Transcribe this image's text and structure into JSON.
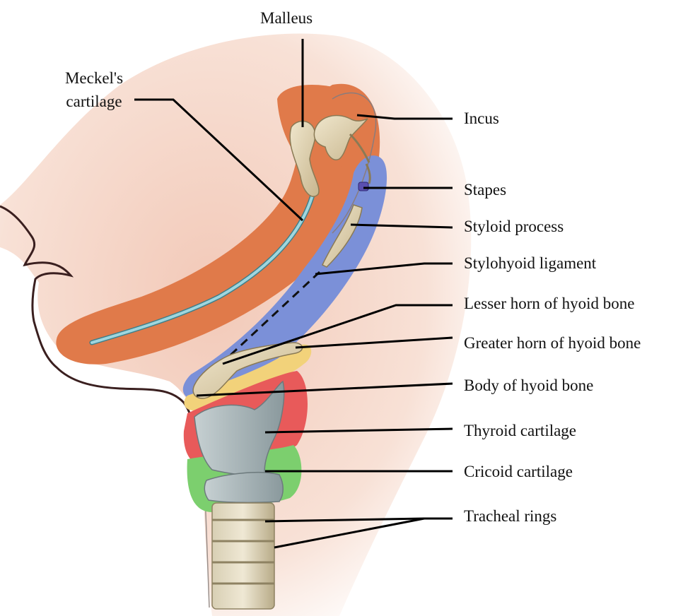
{
  "labels": {
    "malleus": "Malleus",
    "meckels_cartilage": "Meckel's cartilage",
    "incus": "Incus",
    "stapes": "Stapes",
    "styloid_process": "Styloid process",
    "stylohyoid_ligament": "Stylohyoid ligament",
    "lesser_horn": "Lesser horn of hyoid bone",
    "greater_horn": "Greater horn of hyoid bone",
    "body_hyoid": "Body of hyoid bone",
    "thyroid_cartilage": "Thyroid cartilage",
    "cricoid_cartilage": "Cricoid cartilage",
    "tracheal_rings": "Tracheal rings"
  },
  "colors": {
    "skin": "#f6d9cc",
    "first_arch": "#e07a4a",
    "second_arch": "#7b90d8",
    "third_arch": "#f2d27a",
    "fourth_arch": "#e85a5a",
    "sixth_arch": "#7ccf6e",
    "bone": "#e4d7b4",
    "cartilage": "#a9b6ba",
    "meckel": "#8fc7cf",
    "leader": "#000000"
  }
}
